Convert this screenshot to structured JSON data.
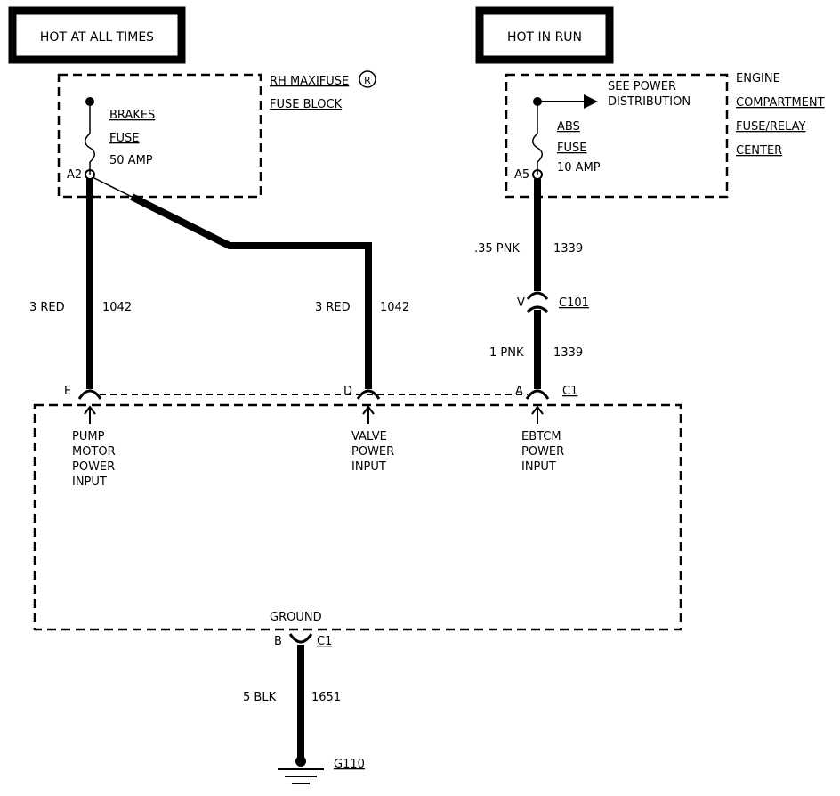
{
  "power_sources": {
    "left": "HOT AT ALL TIMES",
    "right": "HOT IN RUN"
  },
  "rh_fuse_block": {
    "name_line1": "RH MAXIFUSE",
    "registered_mark": "R",
    "name_line2": "FUSE BLOCK",
    "fuse_name": "BRAKES",
    "fuse_label": "FUSE",
    "fuse_rating": "50 AMP",
    "terminal": "A2"
  },
  "engine_fuse_center": {
    "name_lines": [
      "ENGINE",
      "COMPARTMENT",
      "FUSE/RELAY",
      "CENTER"
    ],
    "see_power_line1": "SEE POWER",
    "see_power_line2": "DISTRIBUTION",
    "fuse_name": "ABS",
    "fuse_label": "FUSE",
    "fuse_rating": "10 AMP",
    "terminal": "A5"
  },
  "wires": {
    "left_gauge": "3 RED",
    "left_circuit": "1042",
    "mid_gauge": "3 RED",
    "mid_circuit": "1042",
    "right_upper_gauge": ".35 PNK",
    "right_upper_circuit": "1339",
    "right_lower_gauge": "1 PNK",
    "right_lower_circuit": "1339",
    "ground_gauge": "5 BLK",
    "ground_circuit": "1651"
  },
  "connectors": {
    "c101_pin": "V",
    "c101_name": "C101",
    "pump_pin": "E",
    "valve_pin": "D",
    "ebtcm_pin": "A",
    "ebtcm_connector": "C1",
    "ground_pin": "B",
    "ground_connector": "C1"
  },
  "module_inputs": {
    "pump": [
      "PUMP",
      "MOTOR",
      "POWER",
      "INPUT"
    ],
    "valve": [
      "VALVE",
      "POWER",
      "INPUT"
    ],
    "ebtcm": [
      "EBTCM",
      "POWER",
      "INPUT"
    ],
    "ground": "GROUND"
  },
  "ground_point": "G110"
}
